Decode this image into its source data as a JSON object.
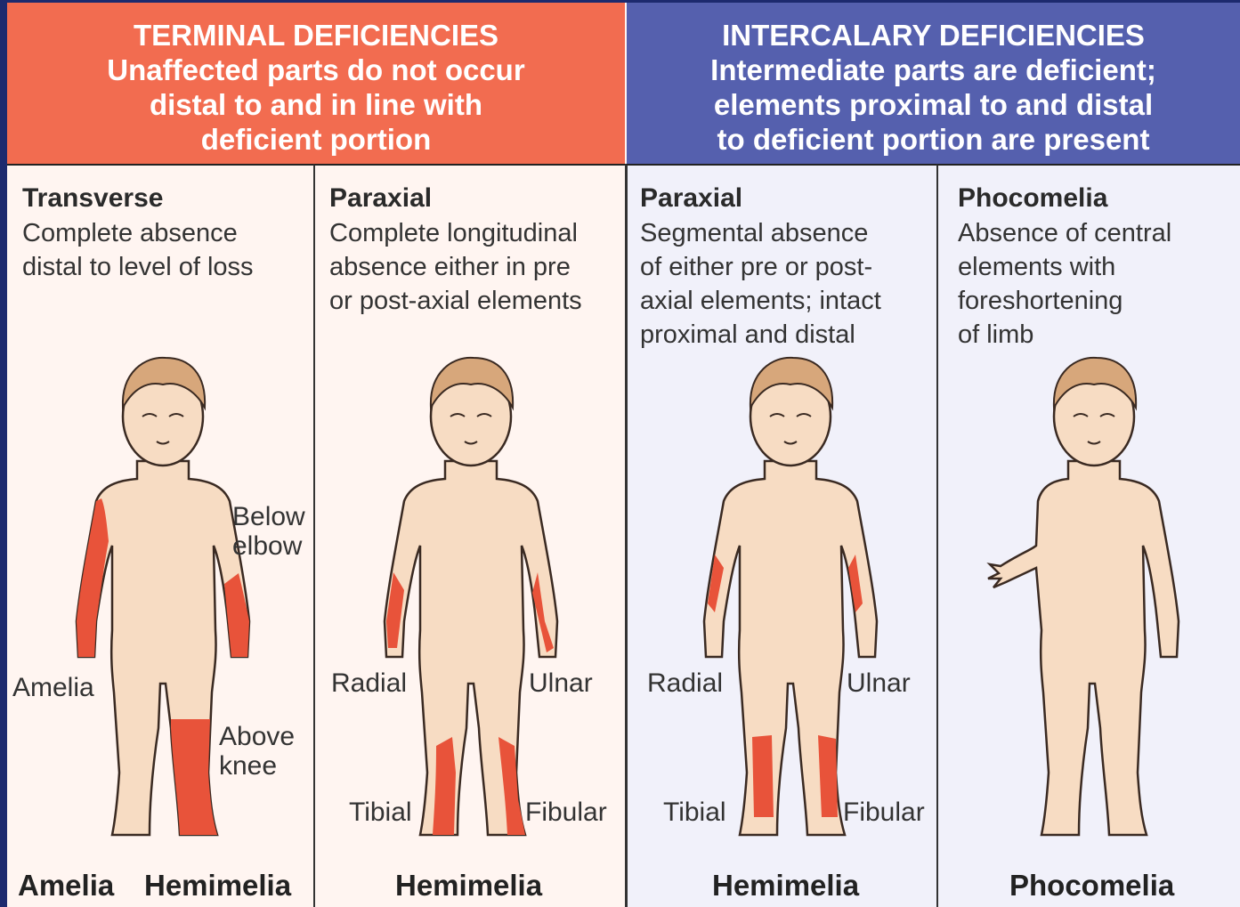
{
  "header_terminal": {
    "title": "TERMINAL DEFICIENCIES",
    "lines": [
      "Unaffected parts do not occur",
      "distal to and in line with",
      "deficient portion"
    ]
  },
  "header_intercalary": {
    "title": "INTERCALARY DEFICIENCIES",
    "lines": [
      "Intermediate parts are deficient;",
      "elements proximal to and distal",
      "to deficient portion are present"
    ]
  },
  "colors": {
    "terminal": "#f26c50",
    "intercalary": "#5560ae",
    "deficiency": "#e8533a",
    "skin": "#f7dcc3",
    "hair": "#d7a77b"
  },
  "panels": [
    {
      "title": "Transverse",
      "description": "Complete absence\ndistal to level of loss",
      "labels": {
        "a": "Below\nelbow",
        "b": "Amelia",
        "c": "Above\nknee"
      },
      "footer_left": "Amelia",
      "footer_right": "Hemimelia"
    },
    {
      "title": "Paraxial",
      "description": "Complete longitudinal\nabsence either in pre\nor post-axial elements",
      "labels": {
        "a": "Radial",
        "b": "Ulnar",
        "c": "Tibial",
        "d": "Fibular"
      },
      "footer": "Hemimelia"
    },
    {
      "title": "Paraxial",
      "description": "Segmental absence\nof either pre or post-\naxial elements; intact\nproximal and distal",
      "labels": {
        "a": "Radial",
        "b": "Ulnar",
        "c": "Tibial",
        "d": "Fibular"
      },
      "footer": "Hemimelia"
    },
    {
      "title": "Phocomelia",
      "description": "Absence of central\nelements with\nforeshortening\nof limb",
      "footer": "Phocomelia"
    }
  ]
}
